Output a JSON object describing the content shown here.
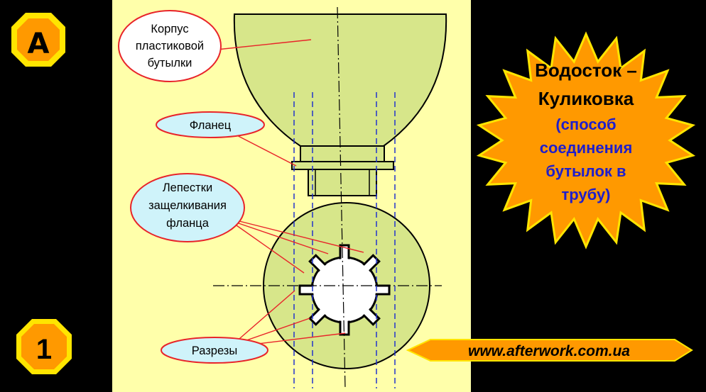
{
  "badges": {
    "logo_letter": "A",
    "number": "1"
  },
  "labels": {
    "body": [
      "Корпус",
      "пластиковой",
      "бутылки"
    ],
    "flange": "Фланец",
    "petals": [
      "Лепестки",
      "защелкивания",
      "фланца"
    ],
    "cuts": "Разрезы"
  },
  "title": {
    "line1": "Водосток –",
    "line2": "Куликовка",
    "subtitle": [
      "(способ",
      "соединения",
      "бутылок в",
      "трубу)"
    ]
  },
  "website": "www.afterwork.com.ua",
  "colors": {
    "background": "#000000",
    "panel": "#FFFFAA",
    "part_fill": "#D7E68A",
    "bubble_red": "#E8242A",
    "bubble_fill_red": "#FFFFFF",
    "bubble_fill_blue": "#CFF3FA",
    "badge_orange": "#FF9900",
    "badge_yellow": "#FFE500",
    "title_blue": "#1E1ECC",
    "dashed_blue": "#2233CC"
  }
}
